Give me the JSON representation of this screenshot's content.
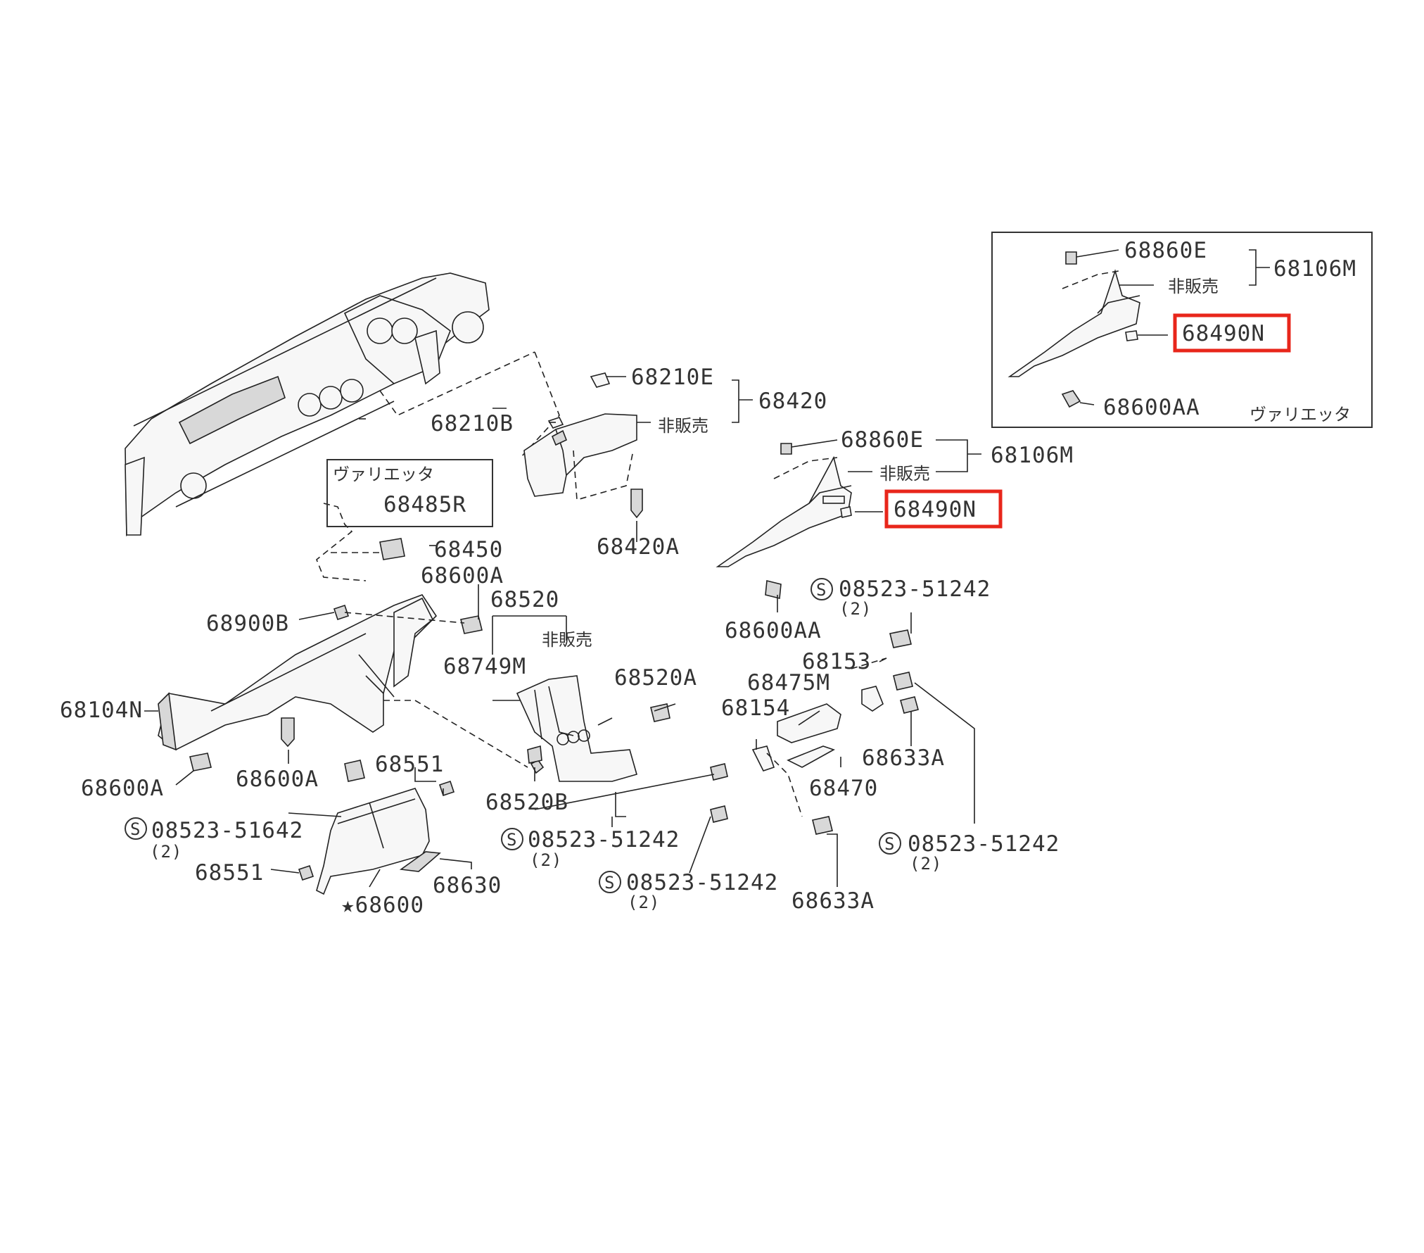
{
  "labels": {
    "inset_top": {
      "p68860E": "68860E",
      "p68106M": "68106M",
      "hanbai": "非販売",
      "p68490N": "68490N",
      "p68600AA": "68600AA",
      "varietta": "ヴァリエッタ"
    },
    "upper": {
      "p68210E": "68210E",
      "p68210B": "68210B",
      "p68420": "68420",
      "hanbai": "非販売",
      "p68420A": "68420A",
      "p68860E": "68860E",
      "p68106M": "68106M",
      "hanbai2": "非販売",
      "p68490N": "68490N",
      "p68600AA": "68600AA"
    },
    "varietta_box": {
      "title": "ヴァリエッタ",
      "p68485R": "68485R"
    },
    "left": {
      "p68450": "68450",
      "p68600A_top": "68600A",
      "p68900B": "68900B",
      "p68104N": "68104N",
      "p68600A_bl": "68600A",
      "p68600A_mid": "68600A",
      "p68551_top": "68551",
      "s08523_51642": "08523-51642",
      "qty_51642": "(2)",
      "p68551_bot": "68551",
      "p68630": "68630",
      "p68600": "★68600"
    },
    "center": {
      "p68520": "68520",
      "hanbai": "非販売",
      "p68749M": "68749M",
      "p68520A": "68520A",
      "p68520B": "68520B",
      "s08523_51242_a": "08523-51242",
      "qty_a": "(2)",
      "s08523_51242_b": "08523-51242",
      "qty_b": "(2)"
    },
    "right": {
      "s08523_51242_top": "08523-51242",
      "qty_top": "(2)",
      "p68153": "68153",
      "p68475M": "68475M",
      "p68154": "68154",
      "p68633A_a": "68633A",
      "p68470": "68470",
      "s08523_51242_r": "08523-51242",
      "qty_r": "(2)",
      "p68633A_b": "68633A"
    }
  },
  "symbols": {
    "s_mark": "S"
  },
  "highlight_color": "#e8261b"
}
